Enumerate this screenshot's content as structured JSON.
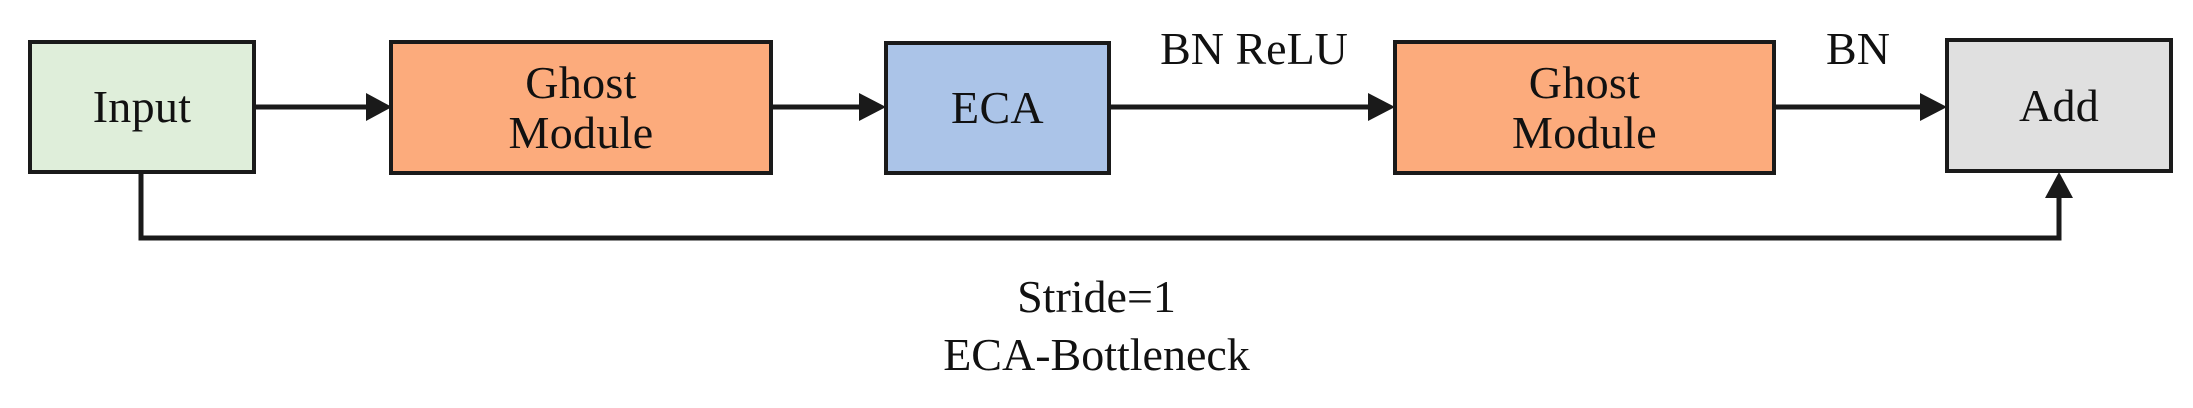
{
  "diagram": {
    "title": "ECA-Bottleneck",
    "subtitle": "Stride=1",
    "nodes": [
      {
        "id": "input",
        "label": "Input",
        "color": "#dfeeda"
      },
      {
        "id": "ghost1",
        "label": "Ghost\nModule",
        "color": "#fcab7c"
      },
      {
        "id": "eca",
        "label": "ECA",
        "color": "#abc4e8"
      },
      {
        "id": "ghost2",
        "label": "Ghost\nModule",
        "color": "#fcab7c"
      },
      {
        "id": "add",
        "label": "Add",
        "color": "#e0e0e0"
      }
    ],
    "edge_labels": [
      {
        "id": "eca-to-ghost2",
        "label": "BN ReLU"
      },
      {
        "id": "ghost2-to-add",
        "label": "BN"
      }
    ],
    "edges": [
      {
        "from": "input",
        "to": "ghost1",
        "label": ""
      },
      {
        "from": "ghost1",
        "to": "eca",
        "label": ""
      },
      {
        "from": "eca",
        "to": "ghost2",
        "label": "BN ReLU"
      },
      {
        "from": "ghost2",
        "to": "add",
        "label": "BN"
      },
      {
        "from": "input",
        "to": "add",
        "label": "",
        "kind": "skip-connection"
      }
    ],
    "stroke_color": "#1a1a1a",
    "background": "#ffffff"
  }
}
